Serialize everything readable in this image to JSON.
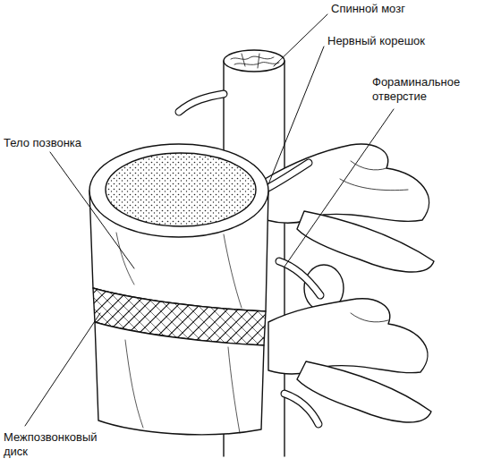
{
  "diagram": {
    "labels": [
      "Спинной мозг",
      "Нервный корешок",
      "Фораминальное отверстие",
      "Тело позвонка",
      "Межпозвонковый диск"
    ]
  }
}
